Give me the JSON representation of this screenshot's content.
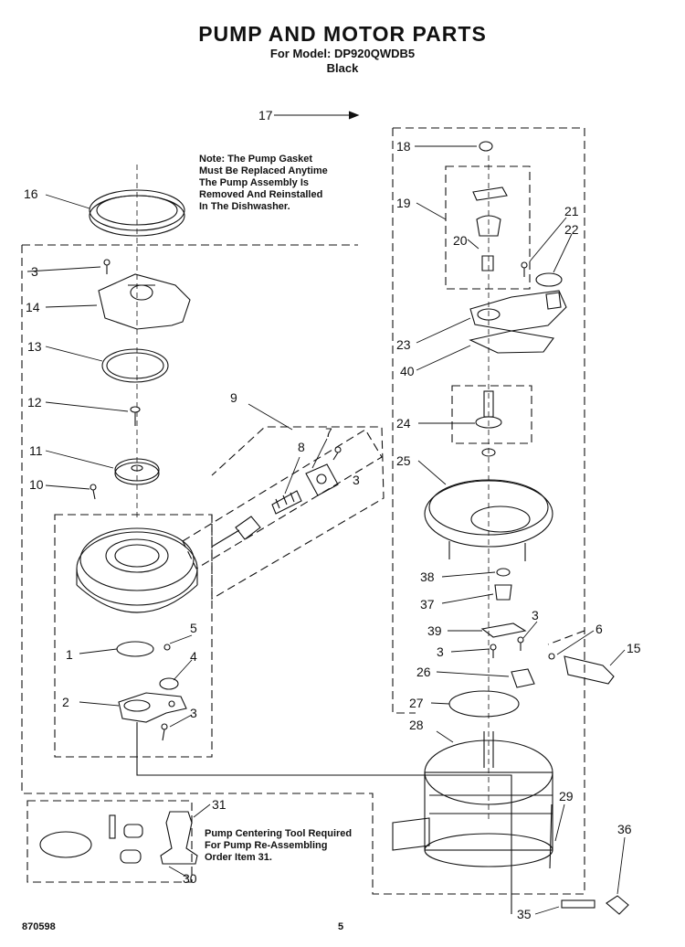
{
  "header": {
    "title": "PUMP AND MOTOR PARTS",
    "model_line": "For Model: DP920QWDB5",
    "color_line": "Black"
  },
  "notes": {
    "gasket": [
      "Note: The Pump Gasket",
      "Must Be Replaced Anytime",
      "The Pump Assembly Is",
      "Removed And Reinstalled",
      "In The Dishwasher."
    ],
    "tool": [
      "Pump Centering Tool Required",
      "For Pump Re-Assembling",
      "Order Item 31."
    ]
  },
  "callouts": [
    "17",
    "18",
    "16",
    "19",
    "21",
    "22",
    "20",
    "3",
    "14",
    "23",
    "40",
    "13",
    "12",
    "9",
    "24",
    "7",
    "8",
    "11",
    "25",
    "3",
    "10",
    "38",
    "37",
    "5",
    "3",
    "6",
    "15",
    "39",
    "1",
    "4",
    "3",
    "26",
    "2",
    "3",
    "27",
    "28",
    "31",
    "29",
    "36",
    "30",
    "35"
  ],
  "footer": {
    "doc_number": "870598",
    "page_number": "5"
  }
}
